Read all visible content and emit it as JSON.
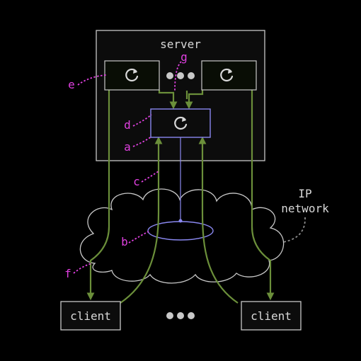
{
  "server": {
    "label": "server"
  },
  "clients": [
    {
      "label": "client"
    },
    {
      "label": "client"
    }
  ],
  "network": {
    "label_line1": "IP",
    "label_line2": "network"
  },
  "callouts": {
    "a": "a",
    "b": "b",
    "c": "c",
    "d": "d",
    "e": "e",
    "f": "f",
    "g": "g"
  },
  "icons": {
    "thread": "refresh-icon",
    "ellipsis": "ellipsis-dots-icon"
  },
  "colors": {
    "background": "#000000",
    "box_stroke": "#c8c8c8",
    "server_fill": "#0c0c0c",
    "thread_fill": "#090d05",
    "connection": "#6b8f3a",
    "interface": "#8a88f0",
    "callout": "#e040e0",
    "dots": "#c8c8c8",
    "cloud_stroke": "#c8c8c8"
  }
}
